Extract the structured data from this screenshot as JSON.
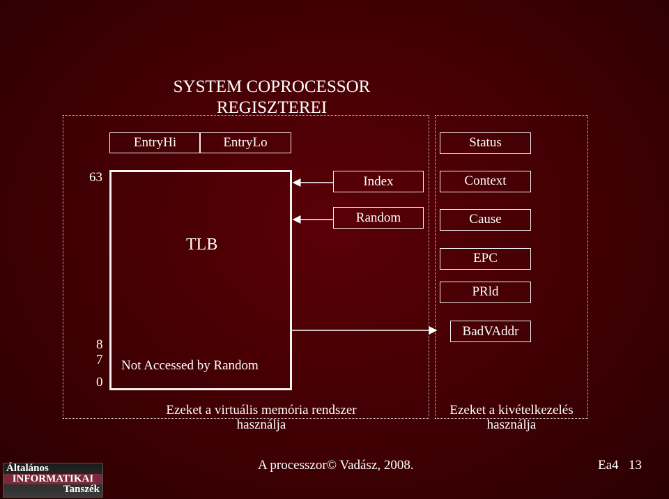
{
  "title": {
    "line1": "SYSTEM COPROCESSOR",
    "line2": "REGISZTEREI"
  },
  "left_panel": {
    "entryhi": "EntryHi",
    "entrylo": "EntryLo",
    "index": "Index",
    "random": "Random",
    "tlb": "TLB",
    "not_accessed": "Not Accessed by Random",
    "bit_63": "63",
    "bit_8": "8",
    "bit_7": "7",
    "bit_0": "0",
    "caption_line1": "Ezeket a virtuális memória rendszer",
    "caption_line2": "használja"
  },
  "right_panel": {
    "status": "Status",
    "context": "Context",
    "cause": "Cause",
    "epc": "EPC",
    "prid": "PRld",
    "badvaddr": "BadVAddr",
    "caption_line1": "Ezeket a kivételkezelés",
    "caption_line2": "használja"
  },
  "footer": {
    "center": "A processzor© Vadász, 2008.",
    "slide_label": "Ea4",
    "slide_number": "13"
  },
  "logo": {
    "line1": "Általános",
    "line2": "INFORMATIKAI",
    "line3": "Tanszék"
  },
  "colors": {
    "background": "#3e0003",
    "foreground": "#ffffff",
    "logo_band": "#7a2a3c"
  }
}
